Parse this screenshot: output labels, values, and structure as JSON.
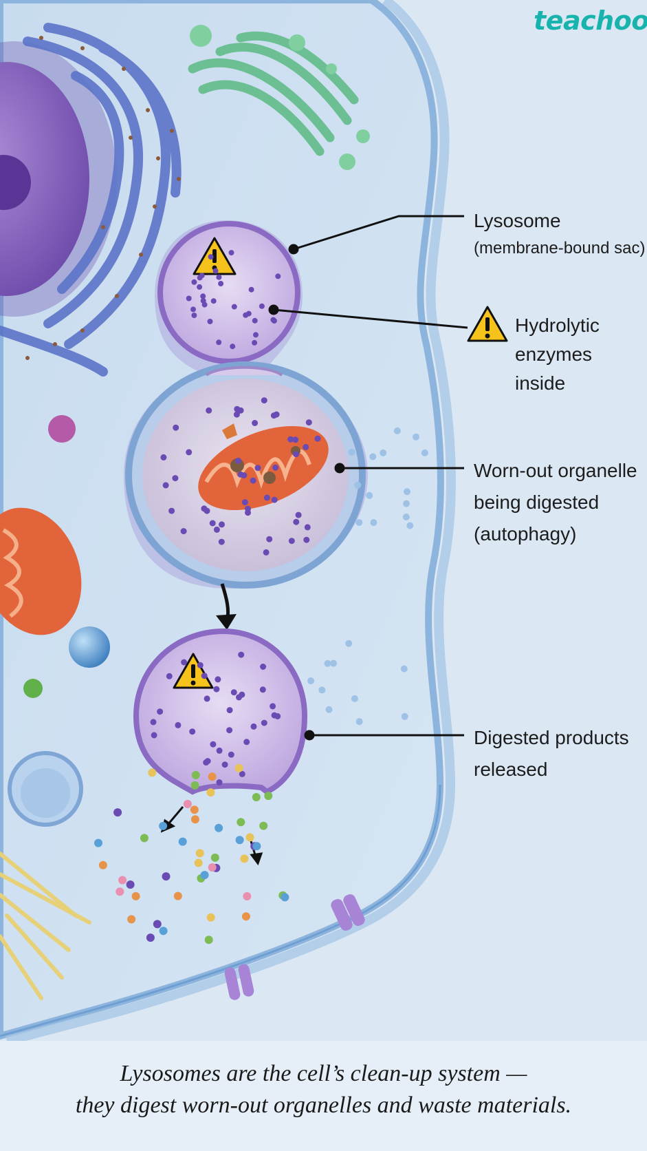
{
  "brand": "teachoo",
  "labels": {
    "lysosome": {
      "title": "Lysosome",
      "sub": "(membrane-bound sac)"
    },
    "enzymes": {
      "line1": "Hydrolytic",
      "line2": "enzymes inside"
    },
    "organelle": {
      "line1": "Worn-out organelle",
      "line2": "being digested",
      "line3": "(autophagy)"
    },
    "released": {
      "line1": "Digested products",
      "line2": "released"
    }
  },
  "caption": {
    "line1": "Lysosomes are the cell’s clean-up system —",
    "line2": "they digest worn-out organelles and waste materials."
  },
  "colors": {
    "cytoplasm": "#cfe0f1",
    "membrane": "#8fb6de",
    "lysosome_fill": "#cbb6e3",
    "lysosome_edge": "#8a6ac2",
    "enzyme_dot": "#6a4bb3",
    "warning": "#f6c21c",
    "mitochondrion": "#e2643a",
    "golgi": "#74c39a",
    "er": "#5c74c8",
    "nucleus": "#8a63c4",
    "brand": "#19b3ad"
  },
  "icons": [
    "warning-icon",
    "down-arrow-icon"
  ]
}
